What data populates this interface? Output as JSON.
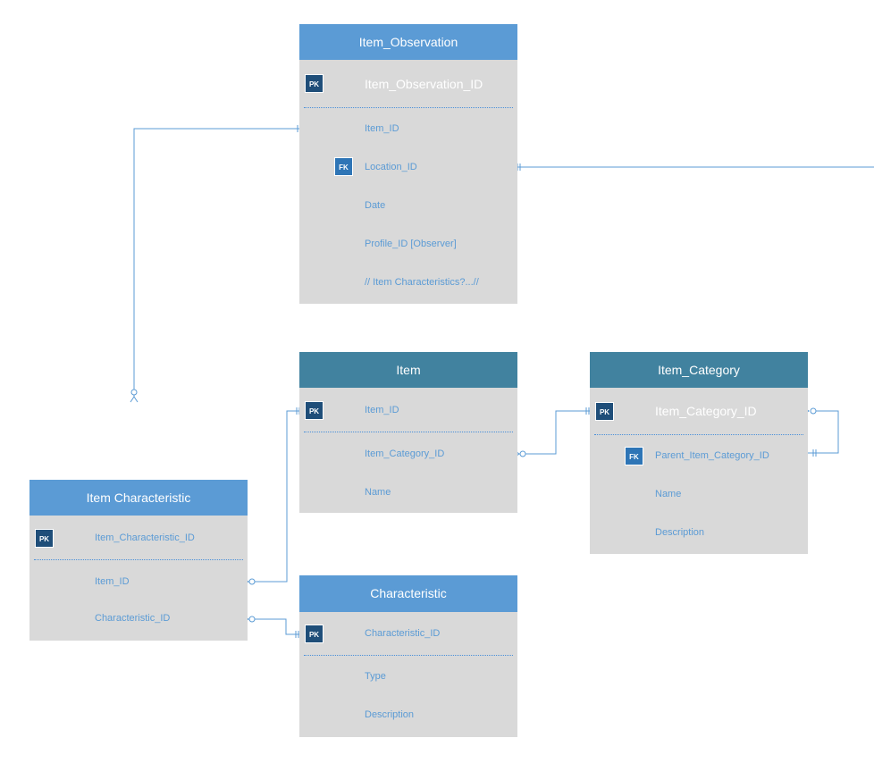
{
  "colors": {
    "header_light": "#5b9bd5",
    "header_dark": "#41829f",
    "body": "#d9d9d9",
    "field_text": "#5b9bd5",
    "pk_badge": "#1f4e79",
    "fk_badge": "#2e75b6",
    "connector": "#5b9bd5"
  },
  "entities": {
    "item_observation": {
      "title": "Item_Observation",
      "pk_field": "Item_Observation_ID",
      "pk_badge": "PK",
      "fields": [
        "Item_ID",
        "Location_ID",
        "Date",
        "Profile_ID [Observer]",
        "// Item Characteristics?...//"
      ],
      "fk_badge": "FK"
    },
    "item": {
      "title": "Item",
      "pk_field": "Item_ID",
      "pk_badge": "PK",
      "fields": [
        "Item_Category_ID",
        "Name"
      ]
    },
    "item_category": {
      "title": "Item_Category",
      "pk_field": "Item_Category_ID",
      "pk_badge": "PK",
      "fields": [
        "Parent_Item_Category_ID",
        "Name",
        "Description"
      ],
      "fk_badge": "FK"
    },
    "item_characteristic": {
      "title": "Item Characteristic",
      "pk_field": "Item_Characteristic_ID",
      "pk_badge": "PK",
      "fields": [
        "Item_ID",
        "Characteristic_ID"
      ]
    },
    "characteristic": {
      "title": "Characteristic",
      "pk_field": "Characteristic_ID",
      "pk_badge": "PK",
      "fields": [
        "Type",
        "Description"
      ]
    }
  },
  "relationships": [
    {
      "from": "Item_Observation.Item_ID",
      "to": "Item Characteristic",
      "from_end": "one-mandatory",
      "to_end": "many-optional"
    },
    {
      "from": "Item_Observation.Location_ID",
      "to": "offscreen",
      "from_end": "one-mandatory"
    },
    {
      "from": "Item.Item_ID",
      "to": "Item Characteristic.Item_ID",
      "from_end": "one-mandatory",
      "to_end": "many-optional"
    },
    {
      "from": "Item_Category.Item_Category_ID",
      "to": "Item.Item_Category_ID",
      "from_end": "one-mandatory",
      "to_end": "many-optional"
    },
    {
      "from": "Item_Category.Item_Category_ID",
      "to": "Item_Category.Parent_Item_Category_ID",
      "from_end": "many-optional",
      "to_end": "one-mandatory"
    },
    {
      "from": "Characteristic.Characteristic_ID",
      "to": "Item Characteristic.Characteristic_ID",
      "from_end": "one-mandatory",
      "to_end": "many-optional"
    }
  ]
}
